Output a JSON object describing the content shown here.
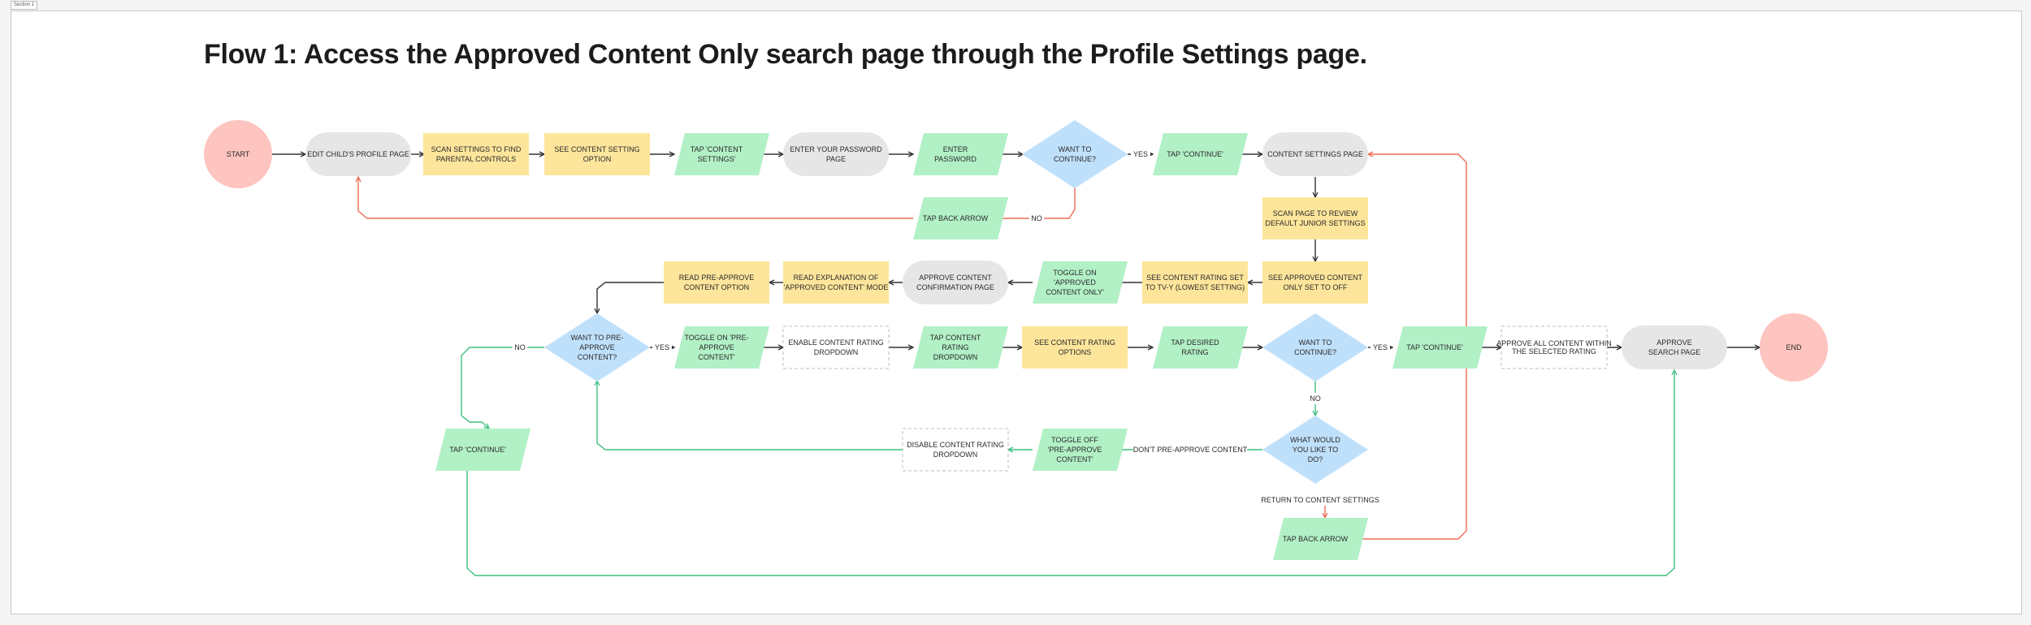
{
  "frame_label": "Section 1",
  "title": "Flow 1: Access the Approved Content Only search page through the Profile Settings page.",
  "colors": {
    "terminal": "#fec4c0",
    "page": "#e6e6e6",
    "process": "#fde59b",
    "action": "#b2f0c6",
    "decision": "#bfe0fb",
    "optional_border": "#bdbdbd",
    "arrow_black": "#333333",
    "arrow_red": "#ef6b55",
    "arrow_green": "#3fbf7f"
  },
  "nodes": [
    {
      "id": "start",
      "shape": "terminal",
      "lines": [
        "START"
      ]
    },
    {
      "id": "edit-profile",
      "shape": "page",
      "lines": [
        "EDIT CHILD'S PROFILE PAGE"
      ]
    },
    {
      "id": "scan-settings",
      "shape": "process",
      "lines": [
        "SCAN SETTINGS TO FIND",
        "PARENTAL CONTROLS"
      ]
    },
    {
      "id": "see-content-setting",
      "shape": "process",
      "lines": [
        "SEE CONTENT SETTING",
        "OPTION"
      ]
    },
    {
      "id": "tap-content-settings",
      "shape": "action",
      "lines": [
        "TAP 'CONTENT",
        "SETTINGS'"
      ]
    },
    {
      "id": "enter-password-page",
      "shape": "page",
      "lines": [
        "ENTER YOUR PASSWORD",
        "PAGE"
      ]
    },
    {
      "id": "enter-password",
      "shape": "action",
      "lines": [
        "ENTER",
        "PASSWORD"
      ]
    },
    {
      "id": "want-continue-1",
      "shape": "decision",
      "lines": [
        "WANT TO",
        "CONTINUE?"
      ]
    },
    {
      "id": "tap-continue-1",
      "shape": "action",
      "lines": [
        "TAP 'CONTINUE'"
      ]
    },
    {
      "id": "content-settings-page",
      "shape": "page",
      "lines": [
        "CONTENT SETTINGS PAGE"
      ]
    },
    {
      "id": "tap-back-1",
      "shape": "action",
      "lines": [
        "TAP BACK ARROW"
      ]
    },
    {
      "id": "scan-review",
      "shape": "process",
      "lines": [
        "SCAN PAGE TO REVIEW",
        "DEFAULT JUNIOR SETTINGS"
      ]
    },
    {
      "id": "see-approved-off",
      "shape": "process",
      "lines": [
        "SEE APPROVED CONTENT",
        "ONLY SET TO OFF"
      ]
    },
    {
      "id": "see-rating-tvy",
      "shape": "process",
      "lines": [
        "SEE CONTENT RATING SET",
        "TO TV-Y (lowest setting)"
      ]
    },
    {
      "id": "toggle-on-aco",
      "shape": "action",
      "lines": [
        "TOGGLE ON",
        "'APPROVED",
        "CONTENT ONLY'"
      ]
    },
    {
      "id": "approve-confirm-page",
      "shape": "page",
      "lines": [
        "APPROVE CONTENT",
        "CONFIRMATION PAGE"
      ]
    },
    {
      "id": "read-explanation",
      "shape": "process",
      "lines": [
        "READ EXPLANATION OF",
        "'APPROVED CONTENT' MODE"
      ]
    },
    {
      "id": "read-preapprove",
      "shape": "process",
      "lines": [
        "READ PRE-APPROVE",
        "CONTENT OPTION"
      ]
    },
    {
      "id": "want-preapprove",
      "shape": "decision",
      "lines": [
        "WANT TO PRE-",
        "APPROVE",
        "CONTENT?"
      ]
    },
    {
      "id": "toggle-on-pre",
      "shape": "action",
      "lines": [
        "TOGGLE ON 'PRE-",
        "APPROVE",
        "CONTENT'"
      ]
    },
    {
      "id": "enable-rating-dd",
      "shape": "optional",
      "lines": [
        "ENABLE CONTENT RATING",
        "DROPDOWN"
      ]
    },
    {
      "id": "tap-rating-dd",
      "shape": "action",
      "lines": [
        "TAP CONTENT",
        "RATING",
        "DROPDOWN"
      ]
    },
    {
      "id": "see-rating-options",
      "shape": "process",
      "lines": [
        "SEE CONTENT RATING",
        "OPTIONS"
      ]
    },
    {
      "id": "tap-desired-rating",
      "shape": "action",
      "lines": [
        "TAP DESIRED",
        "RATING"
      ]
    },
    {
      "id": "want-continue-2",
      "shape": "decision",
      "lines": [
        "WANT TO",
        "CONTINUE?"
      ]
    },
    {
      "id": "tap-continue-2",
      "shape": "action",
      "lines": [
        "TAP 'CONTINUE'"
      ]
    },
    {
      "id": "approve-all",
      "shape": "optional",
      "small": true,
      "lines": [
        "APPROVE ALL CONTENT WITHIN",
        "THE SELECTED RATING"
      ]
    },
    {
      "id": "approve-search-page",
      "shape": "page",
      "lines": [
        "APPROVE",
        "SEARCH PAGE"
      ]
    },
    {
      "id": "end",
      "shape": "terminal",
      "lines": [
        "END"
      ]
    },
    {
      "id": "tap-continue-3",
      "shape": "action",
      "lines": [
        "TAP 'CONTINUE'"
      ]
    },
    {
      "id": "disable-rating-dd",
      "shape": "optional",
      "lines": [
        "DISABLE CONTENT RATING",
        "DROPDOWN"
      ]
    },
    {
      "id": "toggle-off-pre",
      "shape": "action",
      "lines": [
        "TOGGLE OFF",
        "'PRE-APPROVE",
        "CONTENT'"
      ]
    },
    {
      "id": "what-would-you",
      "shape": "decision",
      "lines": [
        "WHAT WOULD",
        "YOU LIKE TO",
        "DO?"
      ]
    },
    {
      "id": "tap-back-2",
      "shape": "action",
      "lines": [
        "TAP BACK ARROW"
      ]
    }
  ],
  "edges": [
    {
      "id": "e1",
      "color": "black",
      "label": ""
    },
    {
      "id": "e2",
      "color": "black",
      "label": ""
    },
    {
      "id": "e3",
      "color": "black",
      "label": ""
    },
    {
      "id": "e4",
      "color": "black",
      "label": ""
    },
    {
      "id": "e5",
      "color": "black",
      "label": ""
    },
    {
      "id": "e6",
      "color": "black",
      "label": ""
    },
    {
      "id": "e7",
      "color": "black",
      "label": ""
    },
    {
      "id": "e8",
      "color": "black",
      "label": "YES"
    },
    {
      "id": "e9",
      "color": "black",
      "label": ""
    },
    {
      "id": "e10",
      "color": "red",
      "label": "NO"
    },
    {
      "id": "e11",
      "color": "red",
      "label": ""
    },
    {
      "id": "e12",
      "color": "black",
      "label": ""
    },
    {
      "id": "e13",
      "color": "black",
      "label": ""
    },
    {
      "id": "e14",
      "color": "black",
      "label": ""
    },
    {
      "id": "e15",
      "color": "black",
      "label": ""
    },
    {
      "id": "e16",
      "color": "black",
      "label": ""
    },
    {
      "id": "e17",
      "color": "black",
      "label": ""
    },
    {
      "id": "e18",
      "color": "black",
      "label": ""
    },
    {
      "id": "e19",
      "color": "black",
      "label": ""
    },
    {
      "id": "e20",
      "color": "black",
      "label": "YES"
    },
    {
      "id": "e21",
      "color": "black",
      "label": ""
    },
    {
      "id": "e22",
      "color": "black",
      "label": ""
    },
    {
      "id": "e23",
      "color": "black",
      "label": ""
    },
    {
      "id": "e24",
      "color": "black",
      "label": ""
    },
    {
      "id": "e25",
      "color": "black",
      "label": ""
    },
    {
      "id": "e26",
      "color": "black",
      "label": "YES"
    },
    {
      "id": "e27",
      "color": "black",
      "label": ""
    },
    {
      "id": "e28",
      "color": "black",
      "label": ""
    },
    {
      "id": "e29",
      "color": "black",
      "label": ""
    },
    {
      "id": "e30",
      "color": "green",
      "label": "NO"
    },
    {
      "id": "e31",
      "color": "green",
      "label": ""
    },
    {
      "id": "e32",
      "color": "green",
      "label": "NO"
    },
    {
      "id": "e33",
      "color": "green",
      "label": "DON'T PRE-APPROVE CONTENT"
    },
    {
      "id": "e34",
      "color": "green",
      "label": ""
    },
    {
      "id": "e35",
      "color": "green",
      "label": ""
    },
    {
      "id": "e36",
      "color": "red",
      "label": "RETURN TO CONTENT SETTINGS"
    },
    {
      "id": "e37",
      "color": "red",
      "label": ""
    }
  ]
}
